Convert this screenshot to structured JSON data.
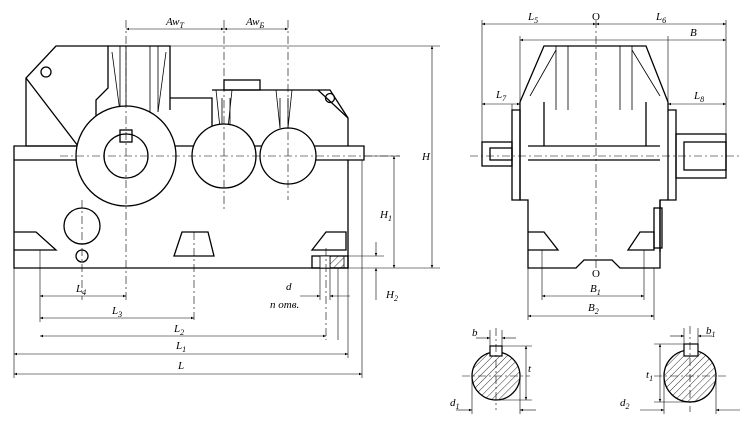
{
  "front": {
    "dim_aw_t": "Aw",
    "dim_aw_t_sub": "T",
    "dim_aw_b": "Aw",
    "dim_aw_b_sub": "Б",
    "dim_h": "H",
    "dim_h1": "H",
    "dim_h1_sub": "1",
    "dim_h2": "H",
    "dim_h2_sub": "2",
    "dim_d": "d",
    "dim_n_holes": "n отв.",
    "dim_l4": "L",
    "dim_l4_sub": "4",
    "dim_l3": "L",
    "dim_l3_sub": "3",
    "dim_l2": "L",
    "dim_l2_sub": "2",
    "dim_l1": "L",
    "dim_l1_sub": "1",
    "dim_l": "L"
  },
  "side": {
    "dim_l5": "L",
    "dim_l5_sub": "5",
    "dim_o_top": "O",
    "dim_l6": "L",
    "dim_l6_sub": "6",
    "dim_b": "B",
    "dim_l7": "L",
    "dim_l7_sub": "7",
    "dim_l8": "L",
    "dim_l8_sub": "8",
    "dim_o_bottom": "O",
    "dim_b1": "B",
    "dim_b1_sub": "1",
    "dim_b2": "B",
    "dim_b2_sub": "2"
  },
  "shaft_sections": {
    "left": {
      "dim_b": "b",
      "dim_t": "t",
      "dim_d": "d",
      "dim_d_sub": "1"
    },
    "right": {
      "dim_b": "b",
      "dim_b_sub": "1",
      "dim_t": "t",
      "dim_t_sub": "1",
      "dim_d": "d",
      "dim_d_sub": "2"
    }
  }
}
